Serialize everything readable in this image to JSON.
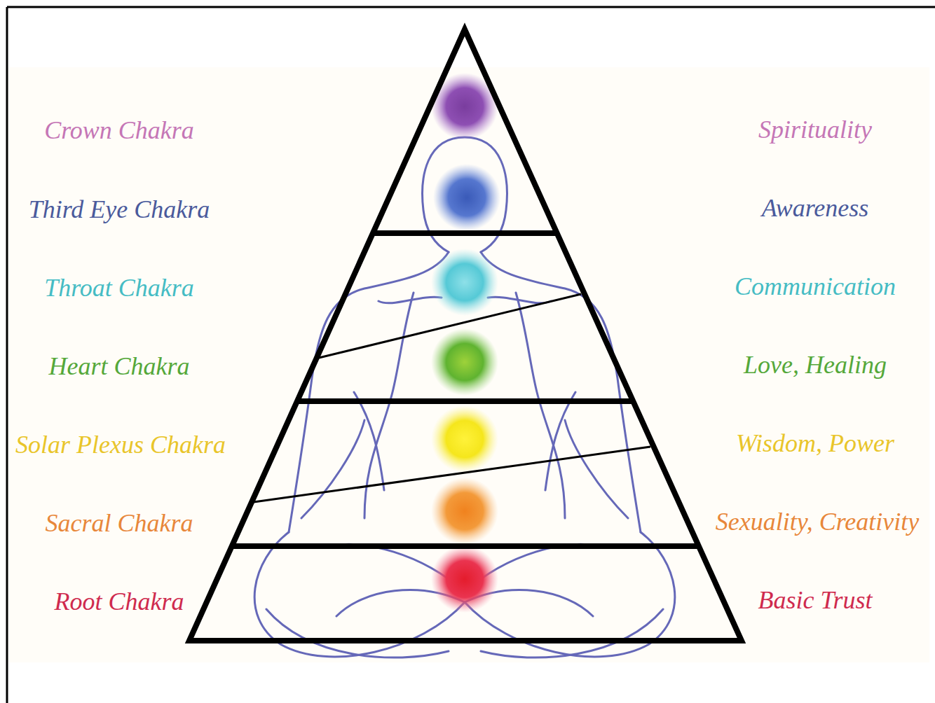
{
  "diagram": {
    "labels": [
      "Crown Chakra",
      "Spirituality",
      "Third Eye Chakra",
      "Awareness",
      "Throat Chakra",
      "Communication",
      "Heart Chakra",
      "Love, Healing",
      "Solar Plexus Chakra",
      "Wisdom, Power",
      "Sacral Chakra",
      "Sexuality, Creativity",
      "Root Chakra",
      "Basic Trust"
    ]
  }
}
